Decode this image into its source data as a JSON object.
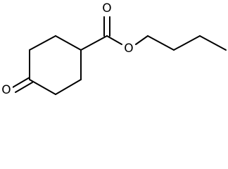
{
  "molecule": {
    "atom_labels": {
      "ketone_oxygen": "O",
      "carbonyl_oxygen": "O",
      "ester_oxygen": "O"
    },
    "colors": {
      "bond": "#000000",
      "text": "#000000",
      "background": "#ffffff"
    }
  }
}
